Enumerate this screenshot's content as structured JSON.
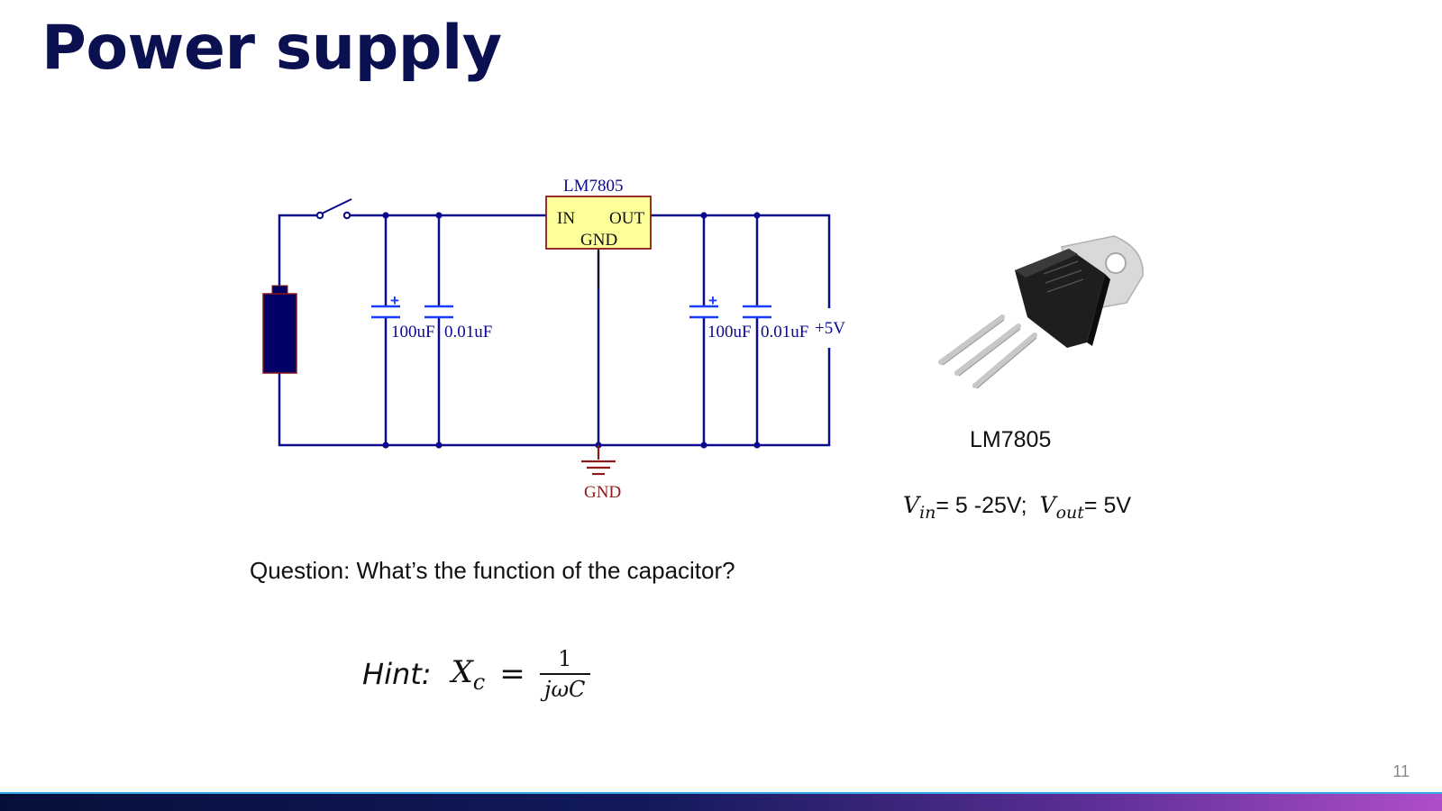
{
  "slide": {
    "title": "Power supply",
    "page_number": "11"
  },
  "schematic": {
    "regulator_name": "LM7805",
    "pin_in": "IN",
    "pin_out": "OUT",
    "pin_gnd": "GND",
    "cap1_label": "100uF",
    "cap2_label": "0.01uF",
    "cap3_label": "100uF",
    "cap4_label": "0.01uF",
    "polarity_mark": "+",
    "output_label": "+5V",
    "ground_label": "GND",
    "colors": {
      "wire": "#0a0a8a",
      "regulator_fill": "#ffff99",
      "regulator_border": "#8b1a1a",
      "battery": "#000066",
      "ground": "#8b1a1a",
      "capacitor": "#1a3cff"
    }
  },
  "component": {
    "caption": "LM7805",
    "vin_symbol": "V",
    "vin_sub": "in",
    "vin_value": "= 5 -25V;",
    "vout_symbol": "V",
    "vout_sub": "out",
    "vout_value": "= 5V"
  },
  "question": "Question: What’s the function of the capacitor?",
  "hint": {
    "label": "Hint:",
    "symbol": "X",
    "subscript": "c",
    "equals": "=",
    "numerator": "1",
    "denominator": "jωC"
  }
}
